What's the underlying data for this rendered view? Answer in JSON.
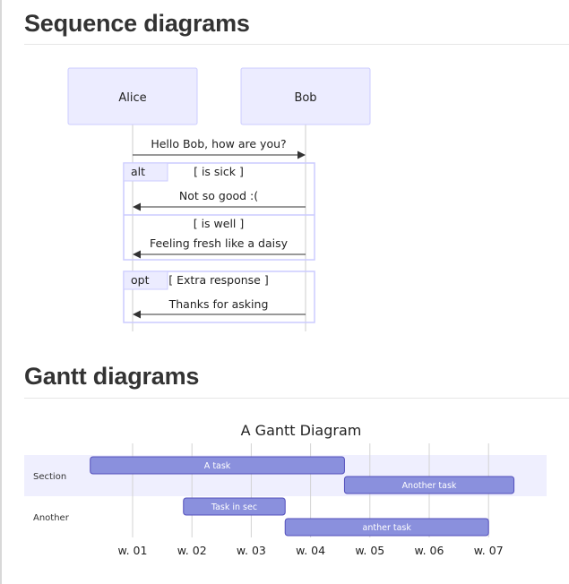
{
  "sections": {
    "sequence_heading": "Sequence diagrams",
    "gantt_heading": "Gantt diagrams"
  },
  "sequence": {
    "participants": [
      "Alice",
      "Bob"
    ],
    "messages": [
      {
        "from": "Alice",
        "to": "Bob",
        "text": "Hello Bob, how are you?"
      },
      {
        "from": "Bob",
        "to": "Alice",
        "text": "Not so good :("
      },
      {
        "from": "Bob",
        "to": "Alice",
        "text": "Feeling fresh like a daisy"
      },
      {
        "from": "Bob",
        "to": "Alice",
        "text": "Thanks for asking"
      }
    ],
    "alt_block": {
      "label": "alt",
      "condition1": "[ is sick ]",
      "condition2": "[ is well ]"
    },
    "opt_block": {
      "label": "opt",
      "condition": "[ Extra response ]"
    }
  },
  "gantt": {
    "title": "A Gantt Diagram",
    "sections": [
      "Section",
      "Another"
    ],
    "tasks": [
      {
        "name": "A task",
        "section": "Section",
        "start": "2014-01-01",
        "end": "2014-01-31"
      },
      {
        "name": "Another task",
        "section": "Section",
        "start": "2014-01-31",
        "end": "2014-02-20"
      },
      {
        "name": "Task in sec",
        "section": "Another",
        "start": "2014-01-12",
        "end": "2014-01-24"
      },
      {
        "name": "anther task",
        "section": "Another",
        "start": "2014-01-24",
        "end": "2014-02-17"
      }
    ],
    "ticks": [
      {
        "label": "w. 01",
        "date": "2014-01-06"
      },
      {
        "label": "w. 02",
        "date": "2014-01-13"
      },
      {
        "label": "w. 03",
        "date": "2014-01-20"
      },
      {
        "label": "w. 04",
        "date": "2014-01-27"
      },
      {
        "label": "w. 05",
        "date": "2014-02-03"
      },
      {
        "label": "w. 06",
        "date": "2014-02-10"
      },
      {
        "label": "w. 07",
        "date": "2014-02-17"
      }
    ],
    "colors": {
      "section_band": "#efeffe",
      "task_fill": "#8a90dd",
      "task_stroke": "#534fbc",
      "task_text": "#ffffff",
      "grid": "#d3d3d3"
    }
  },
  "colors": {
    "actor_fill": "#ececff",
    "actor_stroke": "#ccccff",
    "lifeline": "#cccccc",
    "arrow": "#333333",
    "block_stroke": "#ccccff"
  }
}
